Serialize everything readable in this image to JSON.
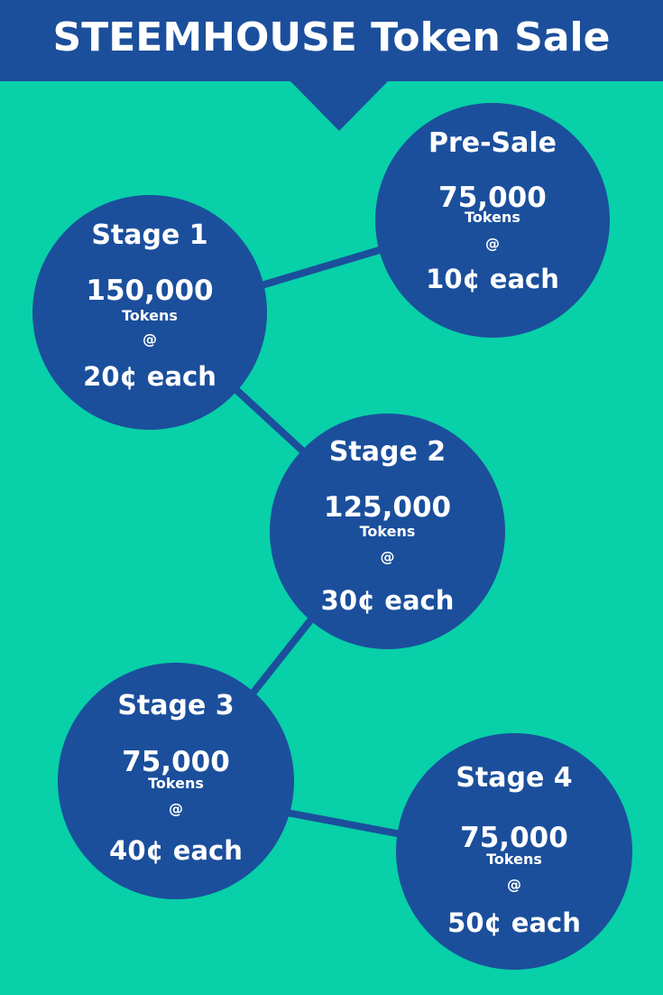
{
  "header": {
    "title": "STEEMHOUSE Token Sale"
  },
  "colors": {
    "background": "#08D0A8",
    "primary": "#1B4F9C",
    "text": "#FFFFFF"
  },
  "stages": [
    {
      "name": "Pre-Sale",
      "amount": "75,000",
      "unit": "Tokens",
      "at": "@",
      "price": "10¢ each"
    },
    {
      "name": "Stage 1",
      "amount": "150,000",
      "unit": "Tokens",
      "at": "@",
      "price": "20¢ each"
    },
    {
      "name": "Stage 2",
      "amount": "125,000",
      "unit": "Tokens",
      "at": "@",
      "price": "30¢ each"
    },
    {
      "name": "Stage 3",
      "amount": "75,000",
      "unit": "Tokens",
      "at": "@",
      "price": "40¢ each"
    },
    {
      "name": "Stage 4",
      "amount": "75,000",
      "unit": "Tokens",
      "at": "@",
      "price": "50¢ each"
    }
  ]
}
